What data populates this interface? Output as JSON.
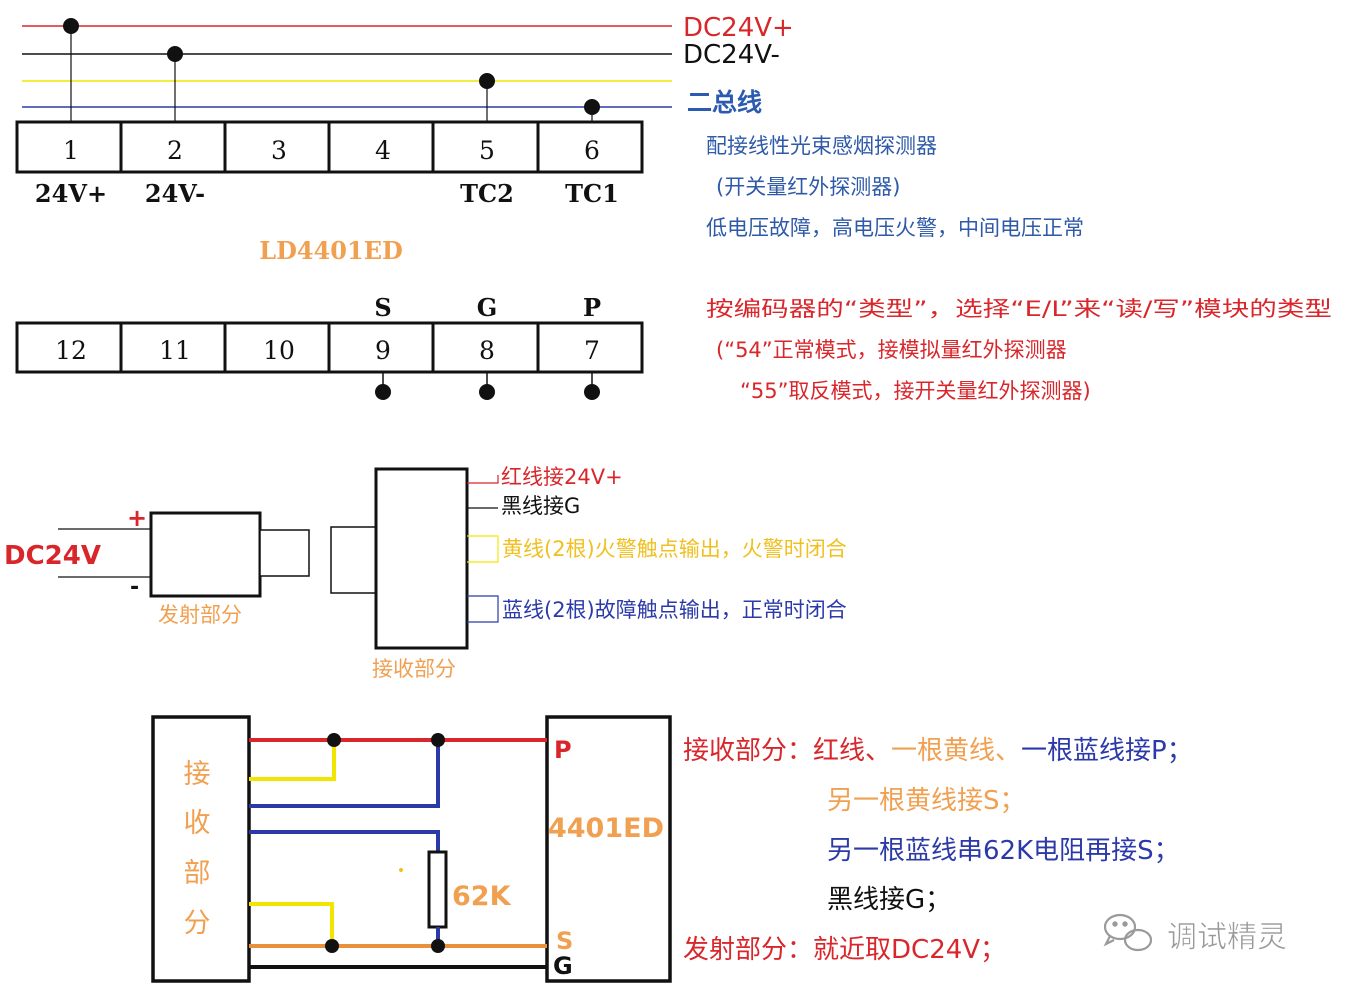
{
  "bus": {
    "dc_plus": "DC24V+",
    "dc_minus": "DC24V-",
    "two_bus": "二总线"
  },
  "top_terminals": {
    "numbers": [
      "1",
      "2",
      "3",
      "4",
      "5",
      "6"
    ],
    "labels": [
      "24V+",
      "24V-",
      "",
      "",
      "TC2",
      "TC1"
    ]
  },
  "module_name": "LD4401ED",
  "bottom_terminals": {
    "labels": [
      "",
      "",
      "",
      "S",
      "G",
      "P"
    ],
    "numbers": [
      "12",
      "11",
      "10",
      "9",
      "8",
      "7"
    ]
  },
  "notes_blue": [
    "配接线性光束感烟探测器",
    "(开关量红外探测器)",
    "低电压故障，高电压火警，中间电压正常"
  ],
  "notes_red": [
    "按编码器的“类型”，选择“E/L”来“读/写”模块的类型",
    "(“54”正常模式，接模拟量红外探测器",
    "“55”取反模式，接开关量红外探测器)"
  ],
  "detector": {
    "supply_label": "DC24V",
    "plus": "+",
    "minus": "-",
    "transmitter_label": "发射部分",
    "receiver_label": "接收部分",
    "wires": [
      "红线接24V+",
      "黑线接G",
      "黄线(2根)火警触点输出，火警时闭合",
      "蓝线(2根)故障触点输出，正常时闭合"
    ]
  },
  "wiring": {
    "receiver_chars": [
      "接",
      "收",
      "部",
      "分"
    ],
    "module_label": "4401ED",
    "resistor_label": "62K",
    "terminal_p": "P",
    "terminal_s": "S",
    "terminal_g": "G"
  },
  "instructions": {
    "receiver_prefix": "接收部分：",
    "receiver_red": "红线、",
    "receiver_yellow": "一根黄线、",
    "receiver_blue": "一根蓝线接P；",
    "yellow_s": "另一根黄线接S；",
    "blue_s": "另一根蓝线串62K电阻再接S；",
    "black_g": "黑线接G；",
    "transmitter_prefix": "发射部分：",
    "transmitter_text": "就近取DC24V；"
  },
  "watermark": "调试精灵",
  "colors": {
    "red": "#d9262b",
    "black": "#111111",
    "yellow": "#f2e600",
    "blue": "#2b3aa8",
    "orange": "#f0a050",
    "note_blue": "#2e5aa8",
    "wire_orange": "#e8913a"
  }
}
